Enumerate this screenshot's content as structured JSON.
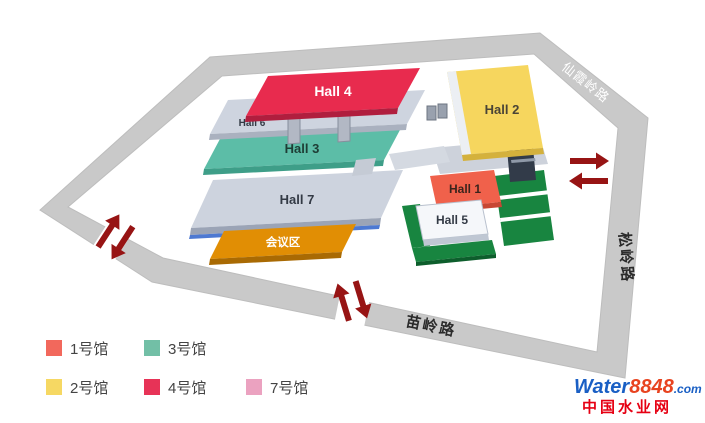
{
  "map": {
    "roads": {
      "north": {
        "label": "仙霞岭路"
      },
      "east": {
        "label": "松岭路"
      },
      "south": {
        "label": "苗岭路"
      }
    },
    "halls": {
      "hall1": {
        "label": "Hall 1",
        "color": "#f0614b"
      },
      "hall2": {
        "label": "Hall 2",
        "color": "#f6d65e"
      },
      "hall3": {
        "label": "Hall 3",
        "color": "#5cbda7"
      },
      "hall4": {
        "label": "Hall 4",
        "color": "#e82b4e"
      },
      "hall5": {
        "label": "Hall 5",
        "color": "#f5f7fa"
      },
      "hall6": {
        "label": "Hall 6",
        "color": "#ced4df"
      },
      "hall7": {
        "label": "Hall 7",
        "color": "#cdd3de"
      },
      "conference": {
        "label": "会议区",
        "color": "#e18e04"
      }
    },
    "palette": {
      "road": "#c9c9c9",
      "road_edge": "#bdbdbd",
      "arrow": "#971414",
      "green_base": "#188540"
    }
  },
  "legend": {
    "items": [
      {
        "label": "1号馆",
        "color": "#f2685c"
      },
      {
        "label": "3号馆",
        "color": "#72bfa6"
      },
      {
        "label": "2号馆",
        "color": "#f6d863"
      },
      {
        "label": "4号馆",
        "color": "#e73357"
      },
      {
        "label": "7号馆",
        "color": "#eba2c0"
      }
    ]
  },
  "watermark": {
    "brand": "Water",
    "number": "8848",
    "tld": ".com",
    "site": "中国水业网"
  }
}
